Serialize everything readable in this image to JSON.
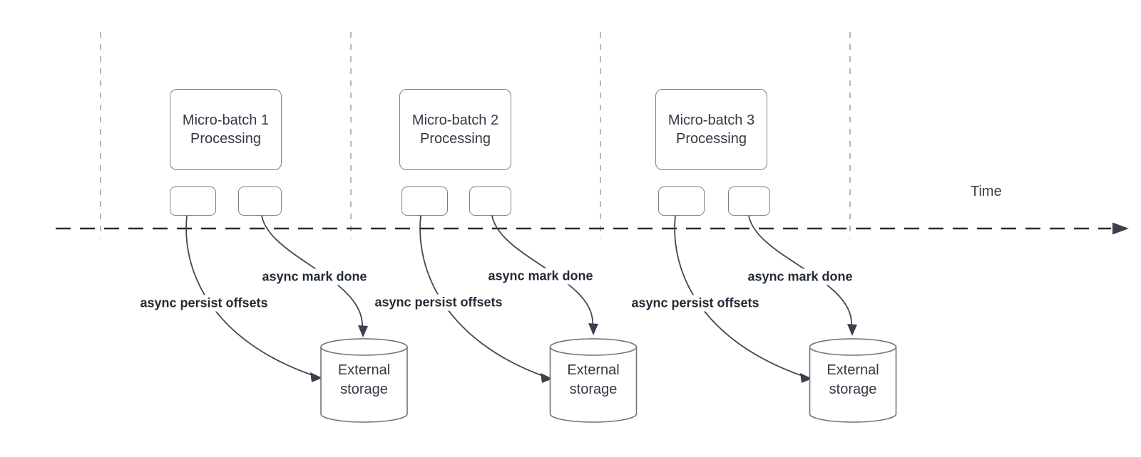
{
  "timeline": {
    "label": "Time"
  },
  "batches": [
    {
      "box_label": "Micro-batch 1 Processing",
      "persist_label": "async persist offsets",
      "markdone_label": "async mark done",
      "storage_label": "External storage"
    },
    {
      "box_label": "Micro-batch 2 Processing",
      "persist_label": "async persist offsets",
      "markdone_label": "async mark done",
      "storage_label": "External storage"
    },
    {
      "box_label": "Micro-batch 3 Processing",
      "persist_label": "async persist offsets",
      "markdone_label": "async mark done",
      "storage_label": "External storage"
    }
  ],
  "colors": {
    "node_border": "#79808a",
    "node_text": "#333a45",
    "label_text": "#232b36",
    "time_axis": "#2d2d2d",
    "guide_line": "#b5b8bc",
    "connector": "#414853",
    "arrowhead": "#3a414b",
    "background": "#ffffff"
  }
}
